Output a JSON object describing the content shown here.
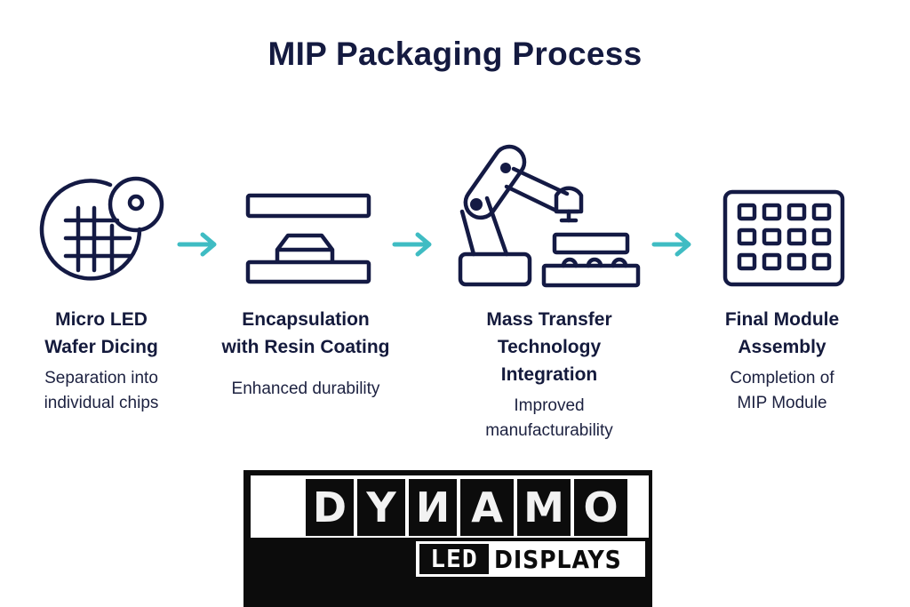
{
  "title": "MIP Packaging Process",
  "colors": {
    "title": "#141a40",
    "icon_stroke": "#141a44",
    "arrow": "#3fbcc3",
    "logo_bg": "#0c0c0c"
  },
  "steps": [
    {
      "icon": "wafer-saw-icon",
      "title_lines": [
        "Micro LED",
        "Wafer Dicing"
      ],
      "desc_lines": [
        "Separation into",
        "individual chips"
      ]
    },
    {
      "icon": "encapsulation-mold-icon",
      "title_lines": [
        "Encapsulation",
        "with Resin Coating"
      ],
      "desc_lines": [
        "Enhanced durability"
      ]
    },
    {
      "icon": "robot-arm-icon",
      "title_lines": [
        "Mass Transfer",
        "Technology",
        "Integration"
      ],
      "desc_lines": [
        "Improved",
        "manufacturability"
      ]
    },
    {
      "icon": "led-module-grid-icon",
      "title_lines": [
        "Final Module",
        "Assembly"
      ],
      "desc_lines": [
        "Completion of",
        "MIP Module"
      ]
    }
  ],
  "arrows": [
    "arrow-right-icon",
    "arrow-right-icon",
    "arrow-right-icon"
  ],
  "logo": {
    "letters": [
      "D",
      "Y",
      "И",
      "A",
      "M",
      "O"
    ],
    "led_label": "LED",
    "displays_label": "DISPLAYS"
  }
}
